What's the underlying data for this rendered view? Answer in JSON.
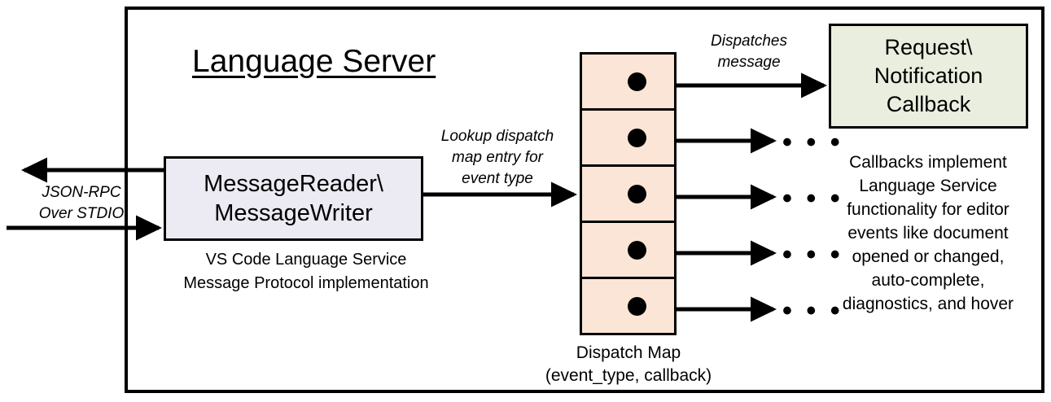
{
  "diagram": {
    "title": "Language Server",
    "outer_frame_name": "Language Server boundary"
  },
  "reader_box": {
    "line1": "MessageReader\\",
    "line2": "MessageWriter",
    "fill_color": "#ECEAF2",
    "caption": {
      "line1": "VS Code Language Service",
      "line2": "Message Protocol implementation"
    }
  },
  "transport": {
    "label_line1": "JSON-RPC",
    "label_line2": "Over STDIO"
  },
  "lookup_arrow": {
    "label_line1": "Lookup dispatch",
    "label_line2": "map entry for",
    "label_line3": "event type"
  },
  "dispatch_arrow": {
    "label_line1": "Dispatches",
    "label_line2": "message"
  },
  "dispatch_map": {
    "fill_color": "#FBE5D6",
    "caption_line1": "Dispatch Map",
    "caption_line2": "(event_type, callback)",
    "rows": [
      {
        "index": 1,
        "target": "Request\\Notification Callback"
      },
      {
        "index": 2,
        "target": "..."
      },
      {
        "index": 3,
        "target": "..."
      },
      {
        "index": 4,
        "target": "..."
      },
      {
        "index": 5,
        "target": "..."
      }
    ],
    "ellipsis": "• • •"
  },
  "callback_box": {
    "line1": "Request\\",
    "line2": "Notification",
    "line3": "Callback",
    "fill_color": "#E9EEDE",
    "caption": {
      "line1": "Callbacks implement",
      "line2": "Language Service",
      "line3": "functionality for editor",
      "line4": "events like document",
      "line5": "opened or changed,",
      "line6": "auto-complete,",
      "line7": "diagnostics, and hover"
    }
  }
}
